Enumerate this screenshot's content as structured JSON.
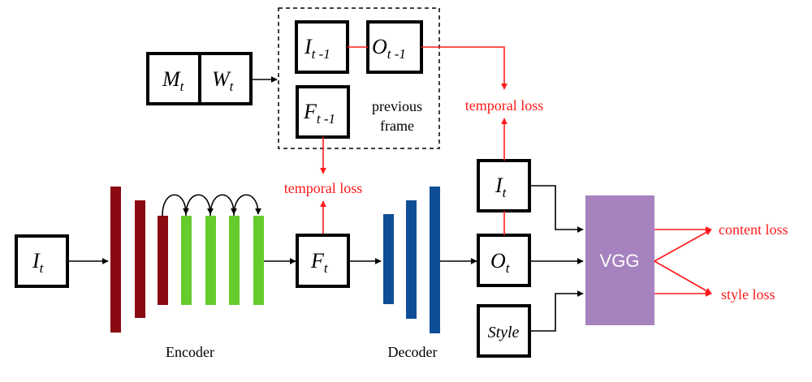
{
  "nodes": {
    "M_t": {
      "base": "M",
      "sub": "t"
    },
    "W_t": {
      "base": "W",
      "sub": "t"
    },
    "I_prev": {
      "base": "I",
      "sub": "t -1"
    },
    "O_prev": {
      "base": "O",
      "sub": "t -1"
    },
    "F_prev": {
      "base": "F",
      "sub": "t -1"
    },
    "I_input": {
      "base": "I",
      "sub": "t"
    },
    "F_t": {
      "base": "F",
      "sub": "t"
    },
    "I_t": {
      "base": "I",
      "sub": "t"
    },
    "O_t": {
      "base": "O",
      "sub": "t"
    },
    "style": "Style",
    "vgg": "VGG"
  },
  "labels": {
    "previous_frame_line1": "previous",
    "previous_frame_line2": "frame",
    "encoder": "Encoder",
    "decoder": "Decoder",
    "temporal_loss_top": "temporal loss",
    "temporal_loss_mid": "temporal loss",
    "content_loss": "content loss",
    "style_loss": "style loss"
  },
  "colors": {
    "encoder_bar": "#8b0a12",
    "residual_block": "#66cc2e",
    "decoder_bar": "#0d4e96",
    "vgg": "#a682bf",
    "loss": "#ff1a1a"
  }
}
